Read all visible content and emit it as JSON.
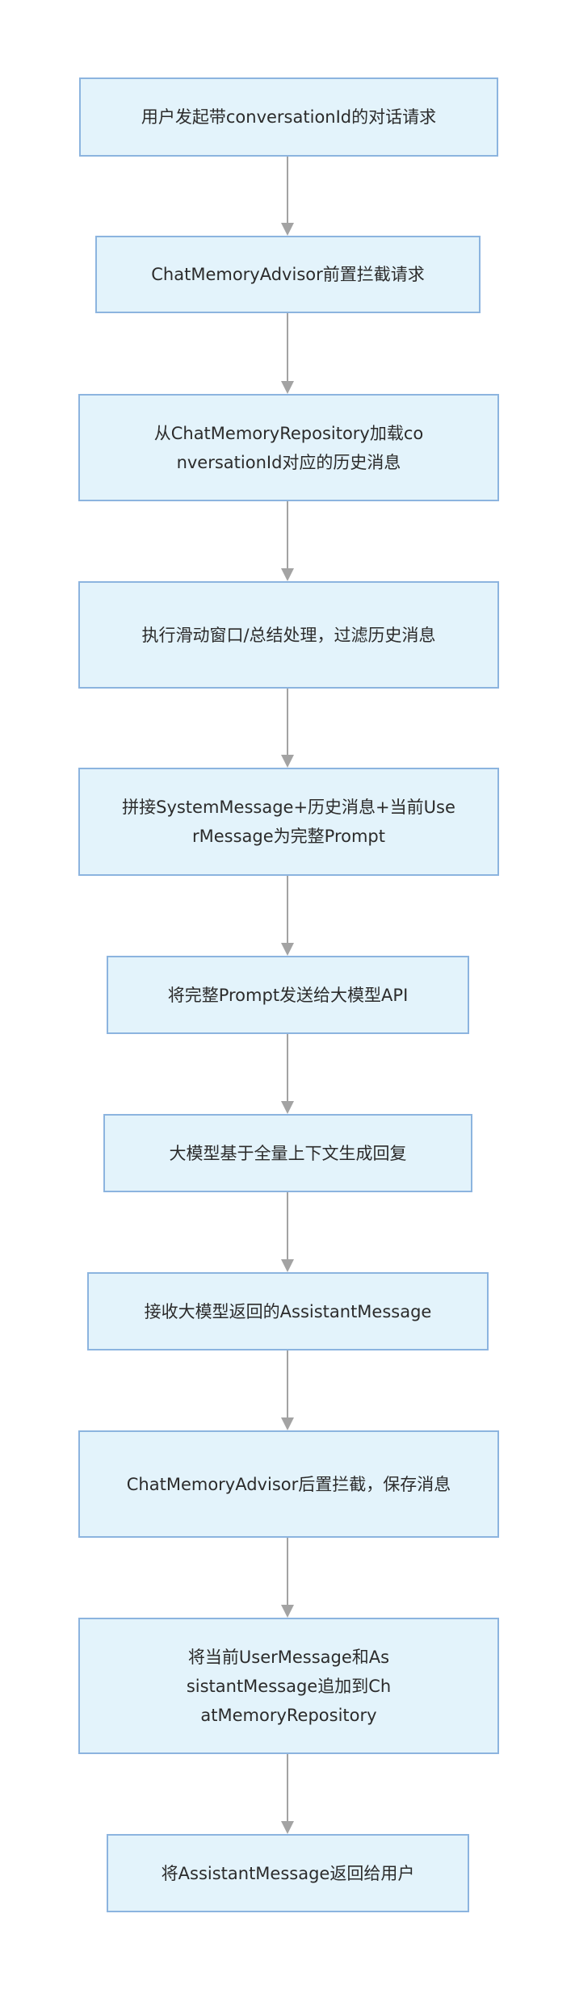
{
  "flowchart": {
    "colors": {
      "node_fill": "#e3f3fb",
      "node_border": "#8cb4df",
      "connector": "#a3a3a3",
      "text": "#2b2b2b"
    },
    "steps": [
      {
        "label": "用户发起带conversationId的对话请求"
      },
      {
        "label": "ChatMemoryAdvisor前置拦截请求"
      },
      {
        "label": "从ChatMemoryRepository加载conversationId对应的历史消息"
      },
      {
        "label": "执行滑动窗口/总结处理，过滤历史消息"
      },
      {
        "label": "拼接SystemMessage+历史消息+当前UserMessage为完整Prompt"
      },
      {
        "label": "将完整Prompt发送给大模型API"
      },
      {
        "label": "大模型基于全量上下文生成回复"
      },
      {
        "label": "接收大模型返回的AssistantMessage"
      },
      {
        "label": "ChatMemoryAdvisor后置拦截，保存消息"
      },
      {
        "label": "将当前UserMessage和AssistantMessage追加到ChatMemoryRepository"
      },
      {
        "label": "将AssistantMessage返回给用户"
      }
    ]
  }
}
